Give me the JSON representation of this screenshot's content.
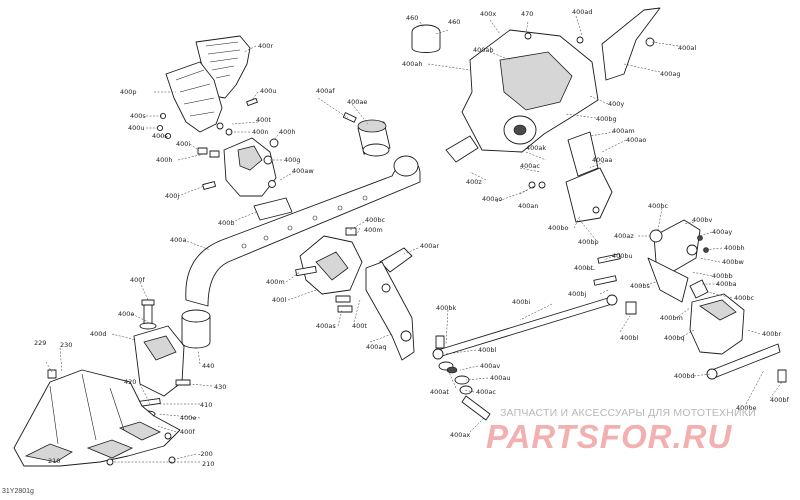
{
  "diagram_code": "31Y2801g",
  "watermark": {
    "caption": "ЗАПЧАСТИ И АКСЕССУАРЫ ДЛЯ МОТОТЕХНИКИ",
    "logo": "PARTSFOR.RU",
    "logo_color": "#f3b0b0"
  },
  "labels": {
    "400r": "400r",
    "400p": "400p",
    "400s": "400s",
    "400u": "400u",
    "400t": "400t",
    "400c": "400c",
    "400i": "400i",
    "400n": "400n",
    "400h": "400h",
    "400g": "400g",
    "400j": "400j",
    "400b": "400b",
    "400a": "400a",
    "400af": "400af",
    "400ae": "400ae",
    "400aw": "400aw",
    "400bc": "400bc",
    "400m": "400m",
    "400ar": "400ar",
    "400l": "400l",
    "400as": "400as",
    "400aq": "400aq",
    "400f": "400f",
    "400e": "400e",
    "400d": "400d",
    "440": "440",
    "420": "420",
    "410": "410",
    "430": "430",
    "230": "230",
    "229": "229",
    "200": "-200",
    "210a": "210",
    "210b": "210",
    "460": "460",
    "400x": "400x",
    "470": "470",
    "400ad": "400ad",
    "400ab": "400ab",
    "400ah": "400ah",
    "400al": "400al",
    "400ag": "400ag",
    "400y": "400y",
    "400bg": "400bg",
    "400am": "400am",
    "400ao": "400ao",
    "400ak": "400ak",
    "400aa": "400aa",
    "400z": "400z",
    "400ac": "400ac",
    "400an": "400an",
    "400bo": "400bo",
    "400bp": "400bp",
    "400az": "400az",
    "400bv": "400bv",
    "400ay": "400ay",
    "400bh": "400bh",
    "400bw": "400bw",
    "400bb": "400bb",
    "400ba": "400ba",
    "400bc2": "400bc",
    "400bu": "400bu",
    "400bt": "400bt",
    "400bs": "400bs",
    "400bj": "400bj",
    "400bi": "400bi",
    "400bm": "400bm",
    "400bq": "400bq",
    "400bk": "400bk",
    "400bl": "400bl",
    "400av": "400av",
    "400au": "400au",
    "400at": "400at",
    "400ax": "400ax",
    "400br": "400br",
    "400bd": "400bd",
    "400bf": "400bf",
    "400be": "400be"
  }
}
